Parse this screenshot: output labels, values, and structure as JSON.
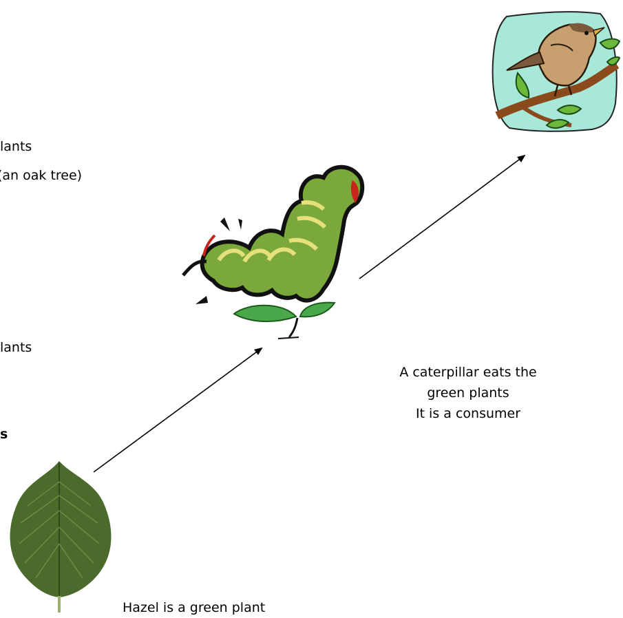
{
  "left_text": {
    "line1": "lants",
    "line2": "(an oak tree)",
    "line3": "lants",
    "line4": "s"
  },
  "caterpillar_caption": {
    "line1": "A caterpillar eats the",
    "line2": "green plants",
    "line3": "It is a consumer"
  },
  "hazel_caption": "Hazel is a green plant",
  "colors": {
    "leaf": "#4a6b2c",
    "caterpillar_green": "#7aa83a",
    "caterpillar_stripe": "#e6e07a",
    "caterpillar_red": "#c8241c",
    "bird_background": "#a8e8d8",
    "bird_body": "#c8a070",
    "branch": "#8a4a1c",
    "arrow": "#000000"
  }
}
